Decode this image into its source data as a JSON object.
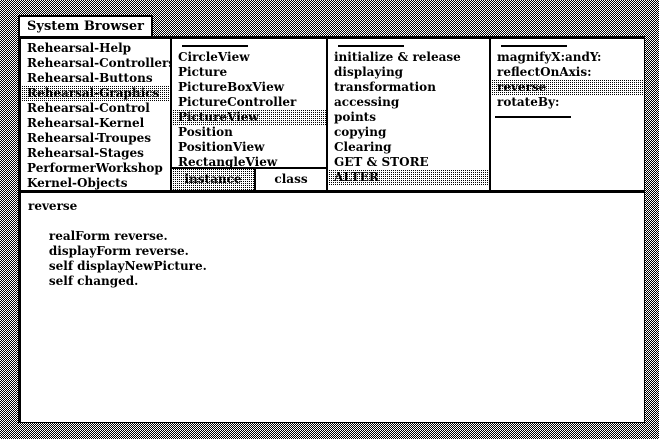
{
  "colors": {
    "ink": "#000000",
    "paper": "#ffffff"
  },
  "window": {
    "title": "System Browser"
  },
  "browser": {
    "categories": {
      "items": [
        {
          "label": "Rehearsal-Help"
        },
        {
          "label": "Rehearsal-Controllers"
        },
        {
          "label": "Rehearsal-Buttons"
        },
        {
          "label": "Rehearsal-Graphics",
          "selected": true
        },
        {
          "label": "Rehearsal-Control"
        },
        {
          "label": "Rehearsal-Kernel"
        },
        {
          "label": "Rehearsal-Troupes"
        },
        {
          "label": "Rehearsal-Stages"
        },
        {
          "label": "PerformerWorkshop"
        },
        {
          "label": "Kernel-Objects"
        }
      ]
    },
    "classes": {
      "items": [
        {
          "label": "CircleView"
        },
        {
          "label": "Picture"
        },
        {
          "label": "PictureBoxView"
        },
        {
          "label": "PictureController"
        },
        {
          "label": "PictureView",
          "selected": true
        },
        {
          "label": "Position"
        },
        {
          "label": "PositionView"
        },
        {
          "label": "RectangleView"
        }
      ],
      "instance_button": "instance",
      "class_button": "class",
      "selected_mode": "instance"
    },
    "protocols": {
      "items": [
        {
          "label": "initialize & release"
        },
        {
          "label": "displaying"
        },
        {
          "label": "transformation"
        },
        {
          "label": "accessing"
        },
        {
          "label": "points"
        },
        {
          "label": "copying"
        },
        {
          "label": "Clearing"
        },
        {
          "label": "GET & STORE"
        },
        {
          "label": "ALTER",
          "selected": true
        }
      ]
    },
    "messages": {
      "items": [
        {
          "label": "magnifyX:andY:"
        },
        {
          "label": "reflectOnAxis:"
        },
        {
          "label": "reverse",
          "selected": true
        },
        {
          "label": "rotateBy:"
        },
        {
          "divider": true
        }
      ]
    }
  },
  "code": {
    "lines": [
      "reverse",
      "",
      "\trealForm reverse.",
      "\tdisplayForm reverse.",
      "\tself displayNewPicture.",
      "\tself changed."
    ]
  }
}
